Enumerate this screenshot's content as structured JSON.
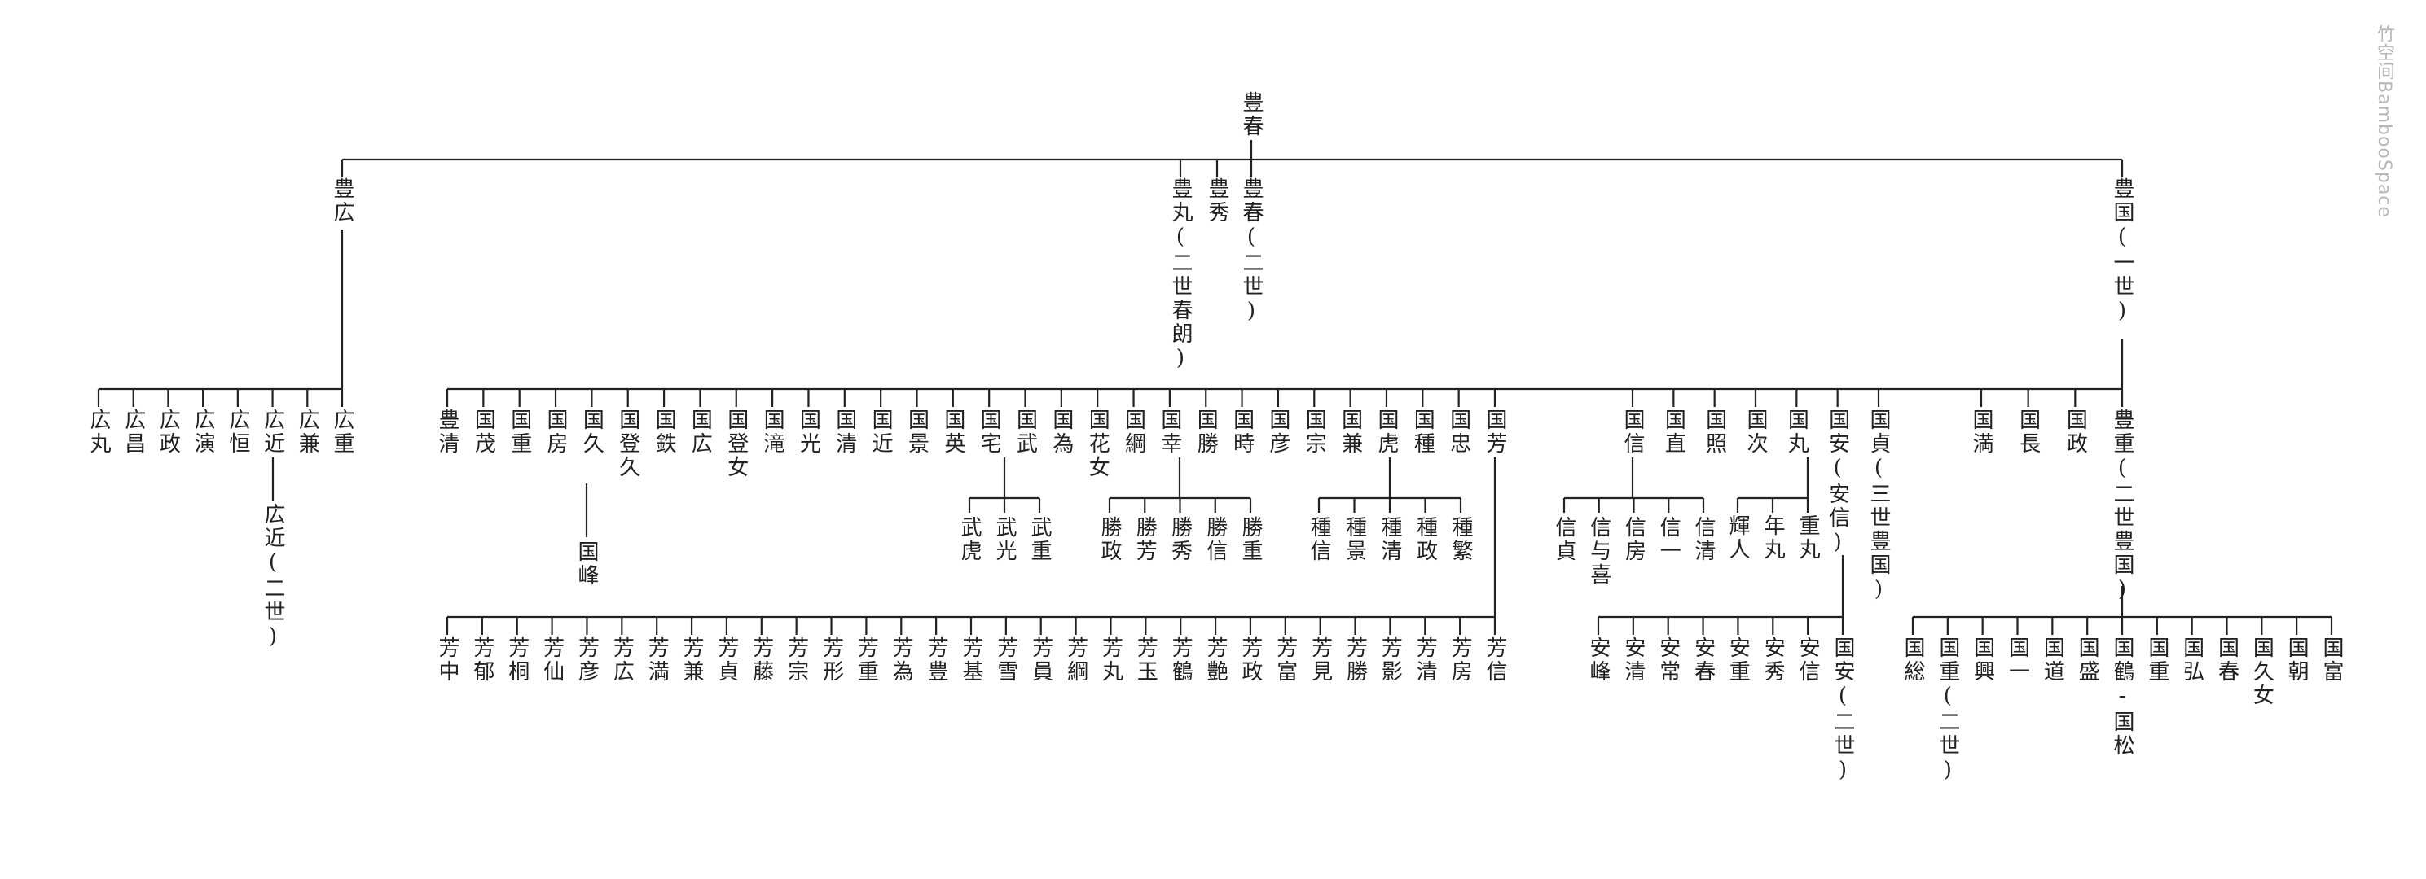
{
  "watermark": "竹空间BambooSpace",
  "root": "豊春",
  "branch_hiro": {
    "head": "豊広",
    "children": [
      "広丸",
      "広昌",
      "広政",
      "広演",
      "広恒",
      "広近",
      "広兼",
      "広重"
    ],
    "grandchild": "広近(二世)"
  },
  "branch_center": {
    "children": [
      "豊丸(二世春朗)",
      "豊秀",
      "豊春(二世)"
    ]
  },
  "branch_kuni": {
    "head": "豊国(一世)",
    "children": [
      "豊清",
      "国茂",
      "国重",
      "国房",
      "国久",
      "国登久",
      "国鉄",
      "国広",
      "国登女",
      "国滝",
      "国光",
      "国清",
      "国近",
      "国景",
      "国英",
      "国宅",
      "国武",
      "国為",
      "国花女",
      "国綱",
      "国幸",
      "国勝",
      "国時",
      "国彦",
      "国宗",
      "国兼",
      "国虎",
      "国種",
      "国忠",
      "国芳",
      "国信",
      "国直",
      "国照",
      "国次",
      "国丸",
      "国安(安信)",
      "国貞(三世豊国)",
      "国満",
      "国長",
      "国政",
      "豊重(二世豊国)"
    ]
  },
  "sub_kunihisa": [
    "国峰"
  ],
  "sub_kunitake": [
    "武虎",
    "武光",
    "武重"
  ],
  "sub_kunikatsu": [
    "勝政",
    "勝芳",
    "勝秀",
    "勝信",
    "勝重"
  ],
  "sub_kunitane": [
    "種信",
    "種景",
    "種清",
    "種政",
    "種繁"
  ],
  "sub_kuninobu": [
    "信貞",
    "信与喜",
    "信房",
    "信一",
    "信清"
  ],
  "sub_kunimaru": [
    "輝人",
    "年丸",
    "重丸"
  ],
  "sub_kuniyasu": [
    "安峰",
    "安清",
    "安常",
    "安春",
    "安重",
    "安秀",
    "安信",
    "国安(二世)"
  ],
  "sub_yoshi": [
    "芳中",
    "芳郁",
    "芳桐",
    "芳仙",
    "芳彦",
    "芳広",
    "芳満",
    "芳兼",
    "芳貞",
    "芳藤",
    "芳宗",
    "芳形",
    "芳重",
    "芳為",
    "芳豊",
    "芳基",
    "芳雪",
    "芳員",
    "芳綱",
    "芳丸",
    "芳玉",
    "芳鶴",
    "芳艶",
    "芳政",
    "芳富",
    "芳見",
    "芳勝",
    "芳影",
    "芳清",
    "芳房",
    "芳信"
  ],
  "sub_toyoshige": [
    "国総",
    "国重(二世)",
    "国興",
    "国一",
    "国道",
    "国盛",
    "国鶴-国松",
    "国重",
    "国弘",
    "国春",
    "国久女",
    "国朝",
    "国富"
  ]
}
